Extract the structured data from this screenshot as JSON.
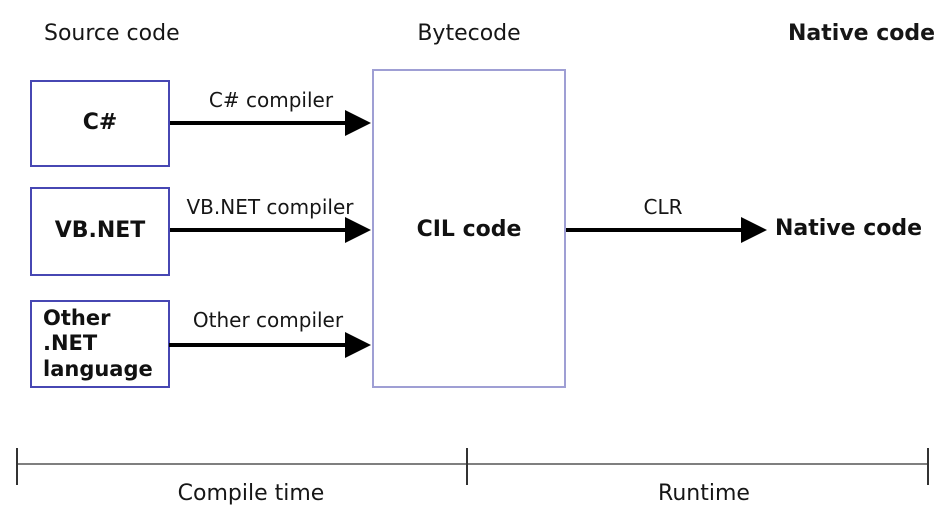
{
  "headers": {
    "source": "Source code",
    "bytecode": "Bytecode",
    "native": "Native code"
  },
  "source_boxes": [
    {
      "label": "C#"
    },
    {
      "label": "VB.NET"
    },
    {
      "label": "Other .NET\nlanguage"
    }
  ],
  "cil": {
    "label": "CIL code"
  },
  "arrows": [
    {
      "label": "C# compiler"
    },
    {
      "label": "VB.NET compiler"
    },
    {
      "label": "Other compiler"
    },
    {
      "label": "CLR"
    }
  ],
  "native_result": "Native code",
  "timeline": {
    "compile_label": "Compile time",
    "runtime_label": "Runtime"
  },
  "colors": {
    "source_box_border": "#4747b3",
    "cil_box_border": "#9f9fd4",
    "arrow": "#000000",
    "timeline_line": "#7f7f7f",
    "text": "#111111"
  }
}
